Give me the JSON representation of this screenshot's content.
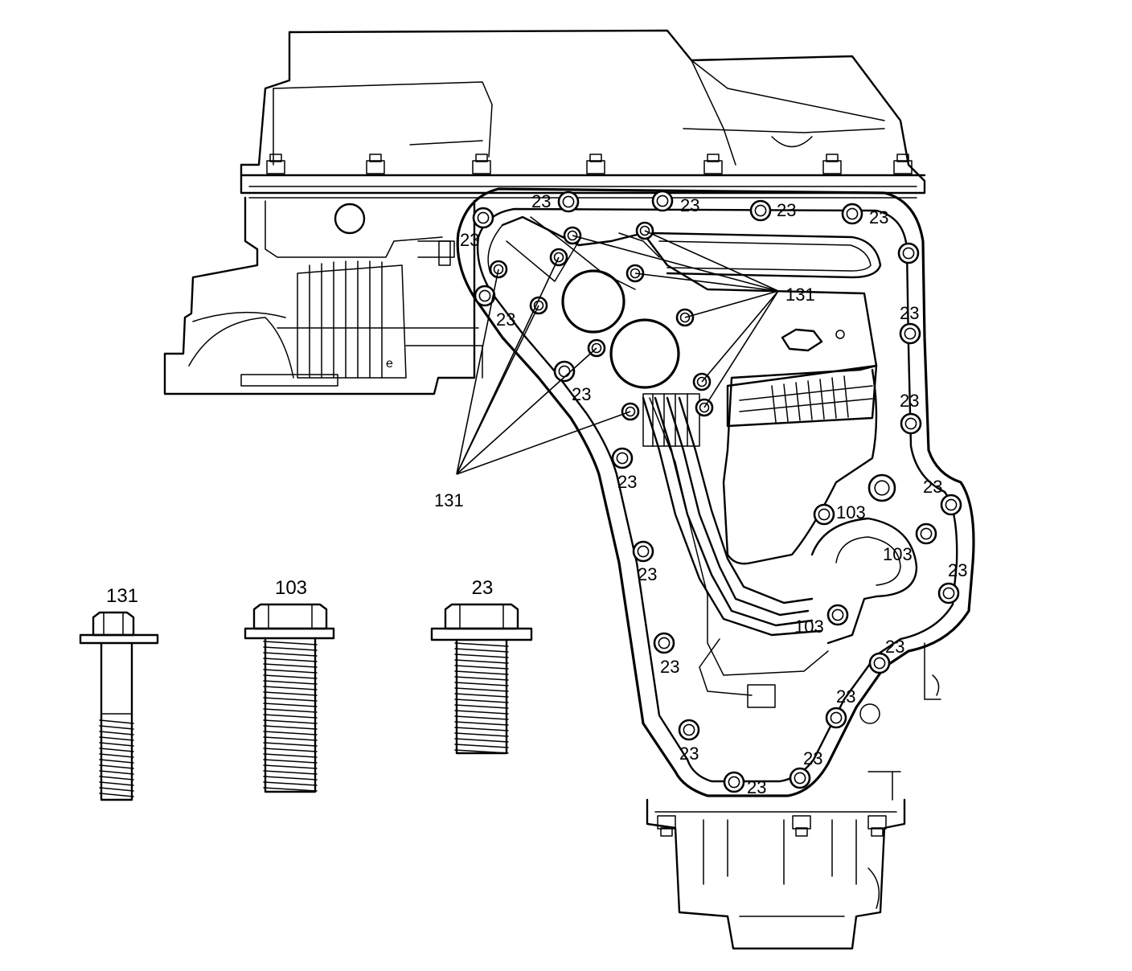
{
  "callouts": {
    "bolt_131": "131",
    "bolt_103": "103",
    "bolt_23": "23"
  },
  "legend": [
    {
      "id": "131",
      "label": "131"
    },
    {
      "id": "103",
      "label": "103"
    },
    {
      "id": "23",
      "label": "23"
    }
  ]
}
